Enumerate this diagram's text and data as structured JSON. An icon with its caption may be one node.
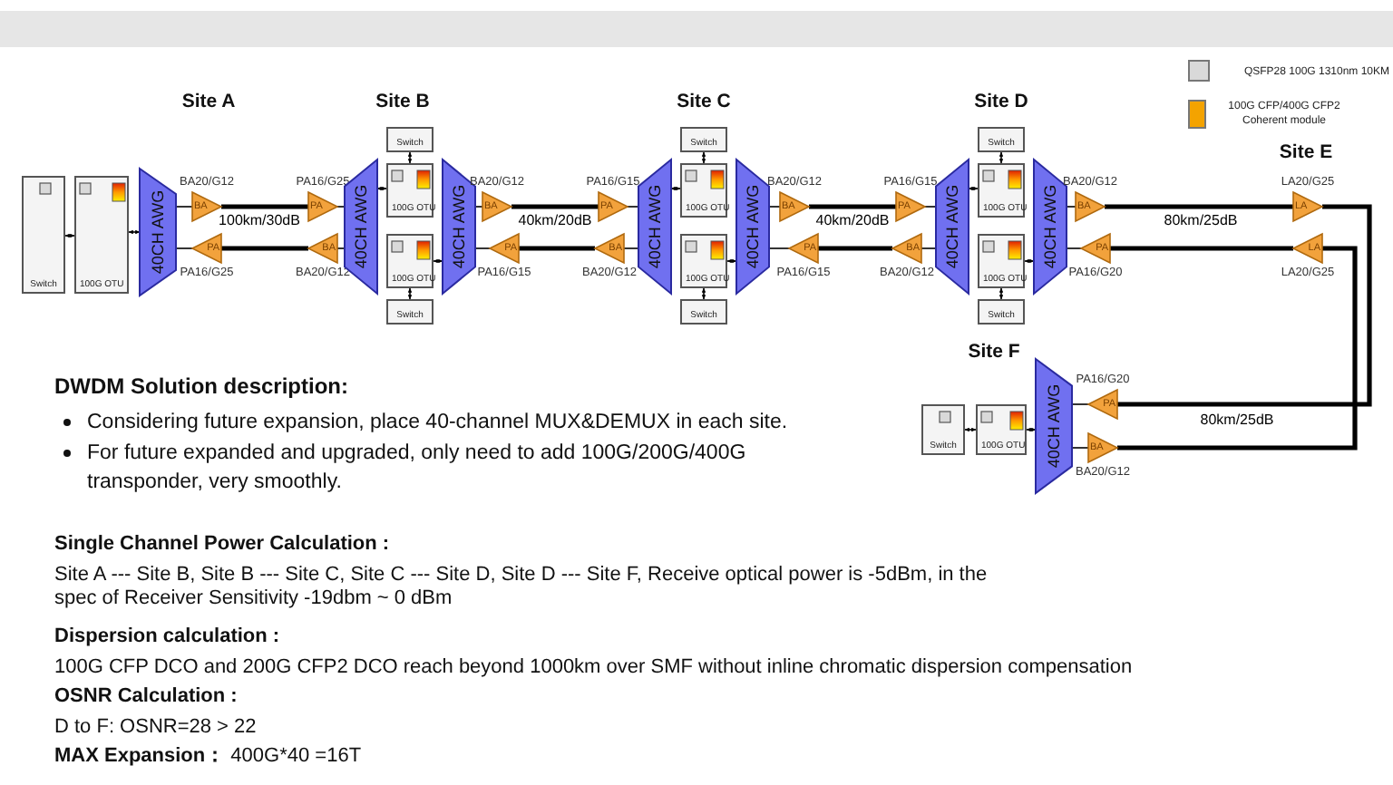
{
  "diagram": {
    "nodes": [
      {
        "text": [
          "Switch"
        ]
      },
      {
        "text": [
          "100G OTU"
        ]
      },
      {
        "text": [
          "40CH AWG"
        ]
      },
      {
        "text": [
          "BA"
        ],
        "beside": [
          "BA20/G12"
        ]
      },
      {
        "text": [
          "PA"
        ],
        "beside": [
          "PA16/G25"
        ]
      },
      {
        "text": [
          "PA"
        ],
        "beside": [
          "PA16/G25"
        ]
      },
      {
        "text": [
          "BA"
        ],
        "beside": [
          "BA20/G12"
        ]
      },
      {
        "text": [
          "40CH AWG"
        ]
      },
      {
        "text": [
          "Switch"
        ]
      },
      {
        "text": [
          "100G OTU"
        ]
      },
      {
        "text": [
          "100G OTU"
        ]
      },
      {
        "text": [
          "Switch"
        ]
      },
      {
        "text": [
          "40CH AWG"
        ]
      },
      {
        "text": [
          "BA"
        ],
        "beside": [
          "BA20/G12"
        ]
      },
      {
        "text": [
          "PA"
        ],
        "beside": [
          "PA16/G15"
        ]
      },
      {
        "text": [
          "PA"
        ],
        "beside": [
          "PA16/G15"
        ]
      },
      {
        "text": [
          "BA"
        ],
        "beside": [
          "BA20/G12"
        ]
      },
      {
        "text": [
          "40CH AWG"
        ]
      },
      {
        "text": [
          "Switch"
        ]
      },
      {
        "text": [
          "100G OTU"
        ]
      },
      {
        "text": [
          "100G OTU"
        ]
      },
      {
        "text": [
          "Switch"
        ]
      },
      {
        "text": [
          "40CH AWG"
        ]
      },
      {
        "text": [
          "BA"
        ],
        "beside": [
          "BA20/G12"
        ]
      },
      {
        "text": [
          "PA"
        ],
        "beside": [
          "PA16/G15"
        ]
      },
      {
        "text": [
          "PA"
        ],
        "beside": [
          "PA16/G15"
        ]
      },
      {
        "text": [
          "BA"
        ],
        "beside": [
          "BA20/G12"
        ]
      },
      {
        "text": [
          "40CH AWG"
        ]
      },
      {
        "text": [
          "Switch"
        ]
      },
      {
        "text": [
          "100G OTU"
        ]
      },
      {
        "text": [
          "100G OTU"
        ]
      },
      {
        "text": [
          "Switch"
        ]
      },
      {
        "text": [
          "40CH AWG"
        ]
      },
      {
        "text": [
          "BA"
        ],
        "beside": [
          "BA20/G12"
        ]
      },
      {
        "text": [
          "PA"
        ],
        "beside": [
          "PA16/G20"
        ]
      },
      {
        "text": [
          "LA"
        ],
        "beside": [
          "LA20/G25"
        ]
      },
      {
        "text": [
          "LA"
        ],
        "beside": [
          "LA20/G25"
        ]
      },
      {
        "text": [
          "PA"
        ],
        "beside": [
          "PA16/G20"
        ]
      },
      {
        "text": [
          "BA"
        ],
        "beside": [
          "BA20/G12"
        ]
      },
      {
        "text": [
          "40CH AWG"
        ]
      },
      {
        "text": [
          "100G OTU"
        ]
      },
      {
        "text": [
          "Switch"
        ]
      }
    ],
    "edges": [
      {
        "from": 0,
        "to": 1,
        "arrow": "both"
      },
      {
        "from": 1,
        "to": 2,
        "arrow": "both"
      },
      {
        "from": 2,
        "to": 3,
        "arrow": "none"
      },
      {
        "from": 3,
        "to": 4,
        "arrow": "none",
        "style": "thick",
        "label": "100km/30dB"
      },
      {
        "from": 4,
        "to": 7,
        "arrow": "none"
      },
      {
        "from": 2,
        "to": 5,
        "arrow": "none"
      },
      {
        "from": 5,
        "to": 6,
        "arrow": "none",
        "style": "thick"
      },
      {
        "from": 6,
        "to": 7,
        "arrow": "none"
      },
      {
        "from": 7,
        "to": 9,
        "arrow": "both"
      },
      {
        "from": 8,
        "to": 9,
        "arrow": "both"
      },
      {
        "from": 10,
        "to": 12,
        "arrow": "both"
      },
      {
        "from": 10,
        "to": 11,
        "arrow": "both"
      },
      {
        "from": 12,
        "to": 13,
        "arrow": "none"
      },
      {
        "from": 13,
        "to": 14,
        "arrow": "none",
        "style": "thick",
        "label": "40km/20dB"
      },
      {
        "from": 14,
        "to": 17,
        "arrow": "none"
      },
      {
        "from": 12,
        "to": 15,
        "arrow": "none"
      },
      {
        "from": 15,
        "to": 16,
        "arrow": "none",
        "style": "thick"
      },
      {
        "from": 16,
        "to": 17,
        "arrow": "none"
      },
      {
        "from": 17,
        "to": 19,
        "arrow": "both"
      },
      {
        "from": 18,
        "to": 19,
        "arrow": "both"
      },
      {
        "from": 20,
        "to": 22,
        "arrow": "both"
      },
      {
        "from": 20,
        "to": 21,
        "arrow": "both"
      },
      {
        "from": 22,
        "to": 23,
        "arrow": "none"
      },
      {
        "from": 23,
        "to": 24,
        "arrow": "none",
        "style": "thick",
        "label": "40km/20dB"
      },
      {
        "from": 24,
        "to": 27,
        "arrow": "none"
      },
      {
        "from": 22,
        "to": 25,
        "arrow": "none"
      },
      {
        "from": 25,
        "to": 26,
        "arrow": "none",
        "style": "thick"
      },
      {
        "from": 26,
        "to": 27,
        "arrow": "none"
      },
      {
        "from": 27,
        "to": 29,
        "arrow": "both"
      },
      {
        "from": 28,
        "to": 29,
        "arrow": "both"
      },
      {
        "from": 30,
        "to": 32,
        "arrow": "both"
      },
      {
        "from": 30,
        "to": 31,
        "arrow": "both"
      },
      {
        "from": 32,
        "to": 33,
        "arrow": "none"
      },
      {
        "from": 33,
        "to": 35,
        "arrow": "none",
        "style": "thick",
        "label": "80km/25dB"
      },
      {
        "from": 32,
        "to": 34,
        "arrow": "none"
      },
      {
        "from": 34,
        "to": 36,
        "arrow": "none",
        "style": "thick"
      },
      {
        "from": 35,
        "to": 37,
        "arrow": "none",
        "style": "thick",
        "label": "80km/25dB"
      },
      {
        "from": 36,
        "to": 38,
        "arrow": "none",
        "style": "thick"
      },
      {
        "from": 37,
        "to": 39,
        "arrow": "none"
      },
      {
        "from": 38,
        "to": 39,
        "arrow": "none"
      },
      {
        "from": 39,
        "to": 40,
        "arrow": "both"
      },
      {
        "from": 40,
        "to": 41,
        "arrow": "both"
      }
    ],
    "labels": [
      "Site A",
      "Site B",
      "Site C",
      "Site D",
      "Site E",
      "Site F",
      "DWDM Solution description:",
      "Considering future expansion, place 40-channel MUX&DEMUX in each site.",
      "For future expanded and upgraded, only need to add 100G/200G/400G transponder, very smoothly.",
      "Single Channel Power Calculation :",
      "Site A --- Site B, Site B --- Site C, Site C --- Site D, Site D --- Site F, Receive optical power is -5dBm, in the spec of Receiver Sensitivity -19dbm ~ 0 dBm",
      "Dispersion calculation :",
      "100G CFP DCO and 200G CFP2 DCO reach beyond 1000km over SMF without inline chromatic dispersion compensation",
      "OSNR Calculation :",
      "D to F: OSNR=28 > 22",
      "**MAX Expansion：** 400G*40 =16T"
    ],
    "legend": [
      {
        "text": "QSFP28 100G 1310nm 10KM",
        "color": "#d9d9d9"
      },
      {
        "text": "100G CFP/400G CFP2 Coherent module",
        "color": "#f4a300"
      }
    ]
  }
}
